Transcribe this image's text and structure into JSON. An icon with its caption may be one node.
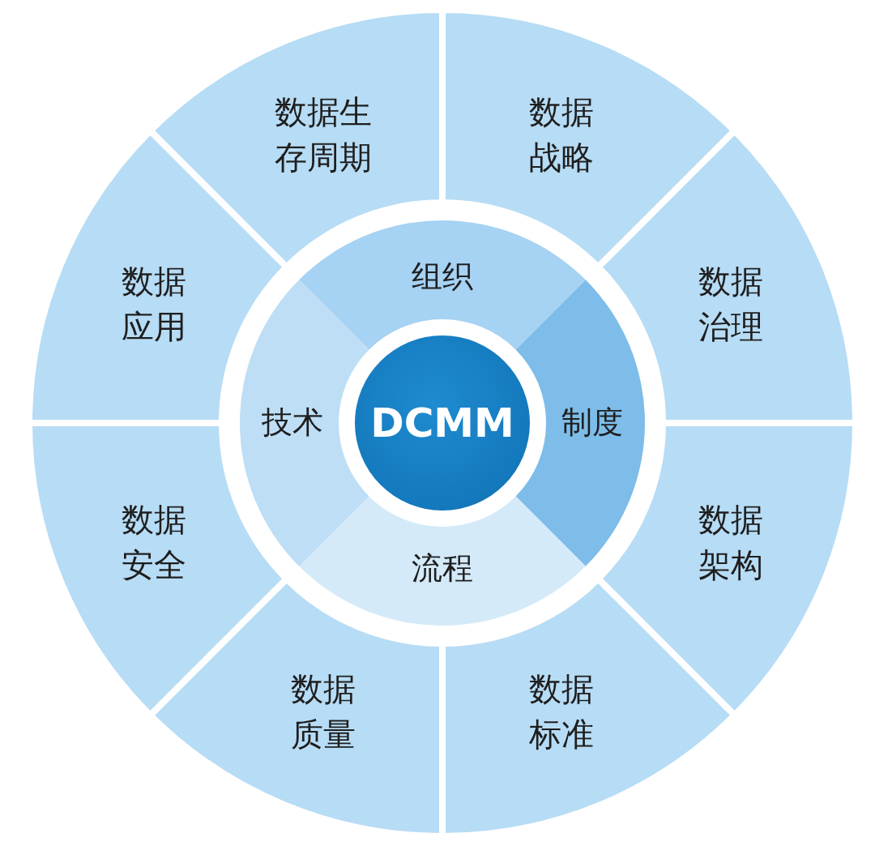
{
  "diagram": {
    "nodes": [
      {
        "text": [
          "DCMM"
        ]
      },
      {
        "text": [
          "组织"
        ]
      },
      {
        "text": [
          "制度"
        ]
      },
      {
        "text": [
          "流程"
        ]
      },
      {
        "text": [
          "技术"
        ]
      },
      {
        "text": [
          "数据生存周期"
        ]
      },
      {
        "text": [
          "数据战略"
        ]
      },
      {
        "text": [
          "数据治理"
        ]
      },
      {
        "text": [
          "数据架构"
        ]
      },
      {
        "text": [
          "数据标准"
        ]
      },
      {
        "text": [
          "数据质量"
        ]
      },
      {
        "text": [
          "数据安全"
        ]
      },
      {
        "text": [
          "数据应用"
        ]
      }
    ]
  }
}
